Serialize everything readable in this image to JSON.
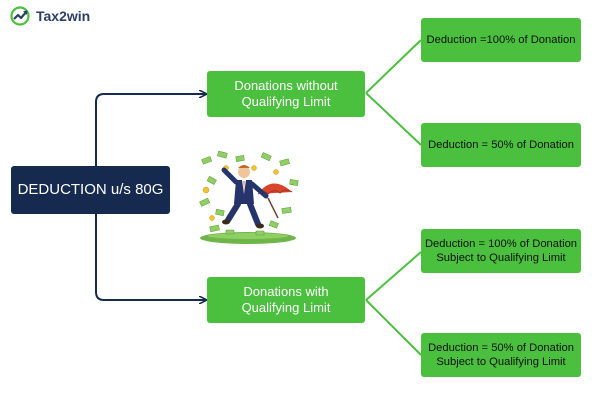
{
  "logo": {
    "text": "Tax2win",
    "icon": "trend-arrow-icon"
  },
  "diagram": {
    "root": "DEDUCTION u/s 80G",
    "branches": [
      {
        "label_line1": "Donations without",
        "label_line2": "Qualifying Limit",
        "leaves": [
          {
            "line1": "Deduction =100% of Donation",
            "line2": ""
          },
          {
            "line1": "Deduction = 50% of Donation",
            "line2": ""
          }
        ]
      },
      {
        "label_line1": "Donations with",
        "label_line2": "Qualifying Limit",
        "leaves": [
          {
            "line1": "Deduction = 100% of Donation",
            "line2": "Subject to Qualifying Limit"
          },
          {
            "line1": "Deduction = 50% of Donation",
            "line2": "Subject to Qualifying Limit"
          }
        ]
      }
    ]
  },
  "colors": {
    "navy": "#162a4f",
    "green": "#4bbf3e",
    "connector_dark": "#162a4f",
    "connector_green": "#4bbf3e"
  },
  "illustration": "businessman-with-money-and-umbrella"
}
